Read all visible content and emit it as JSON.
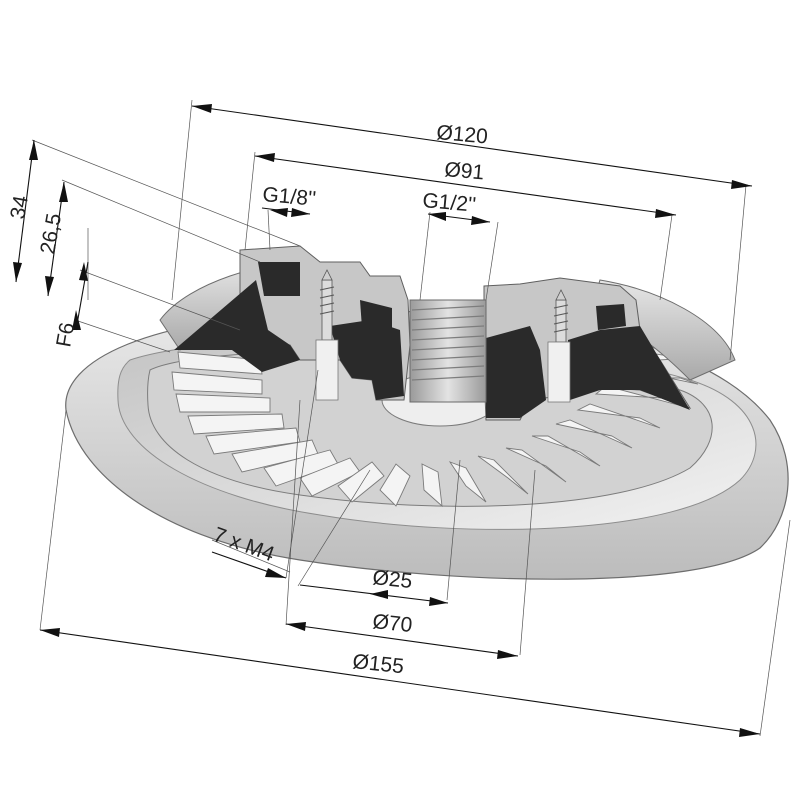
{
  "dimensions": {
    "d120": "Ø120",
    "d91": "Ø91",
    "g18": "G1/8''",
    "g12": "G1/2''",
    "h34": "34",
    "h265": "26,5",
    "f6": "F6",
    "m4": "7 x M4",
    "d25": "Ø25",
    "d70": "Ø70",
    "d155": "Ø155"
  },
  "colors": {
    "body_light": "#d9d9d9",
    "body_mid": "#bdbdbd",
    "body_dark": "#8a8a8a",
    "section_black": "#2a2a2a",
    "line": "#111111"
  }
}
